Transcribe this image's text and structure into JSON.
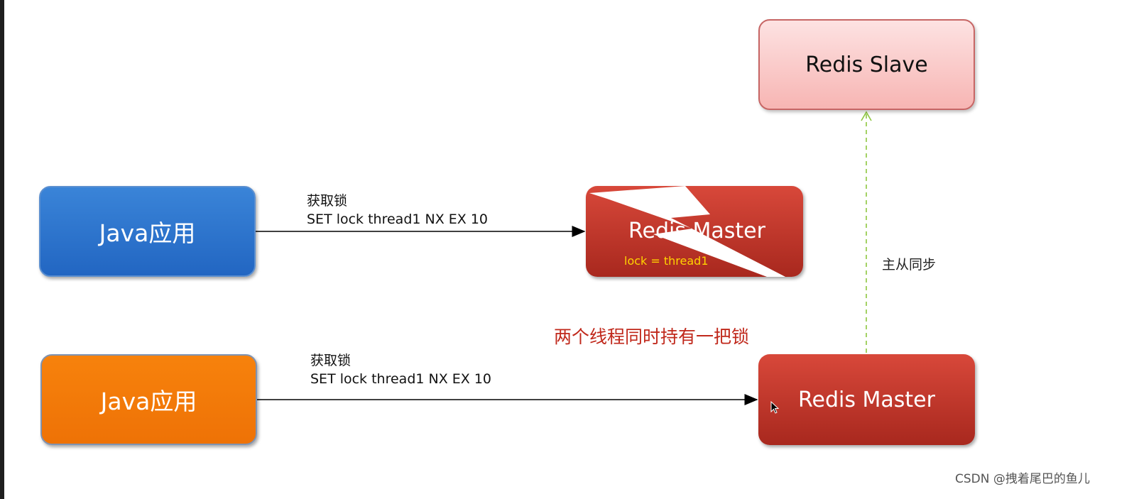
{
  "nodes": {
    "java_app_1": "Java应用",
    "java_app_2": "Java应用",
    "redis_master_old": "Redis Master",
    "redis_master_old_note": "lock = thread1",
    "redis_master_new": "Redis Master",
    "redis_slave": "Redis Slave"
  },
  "edges": {
    "top_label_line1": "获取锁",
    "top_label_line2": "SET lock thread1 NX EX 10",
    "bottom_label_line1": "获取锁",
    "bottom_label_line2": "SET lock thread1 NX EX 10",
    "sync_label": "主从同步"
  },
  "warning": "两个线程同时持有一把锁",
  "watermark": "CSDN @拽着尾巴的鱼儿",
  "colors": {
    "java_blue": "#2b72cc",
    "java_orange": "#f27a08",
    "redis_master": "#c23a2c",
    "redis_slave": "#f9c4c2",
    "warning": "#c0281b",
    "lock_note": "#ffd400",
    "sync_line": "#8dc63f"
  }
}
